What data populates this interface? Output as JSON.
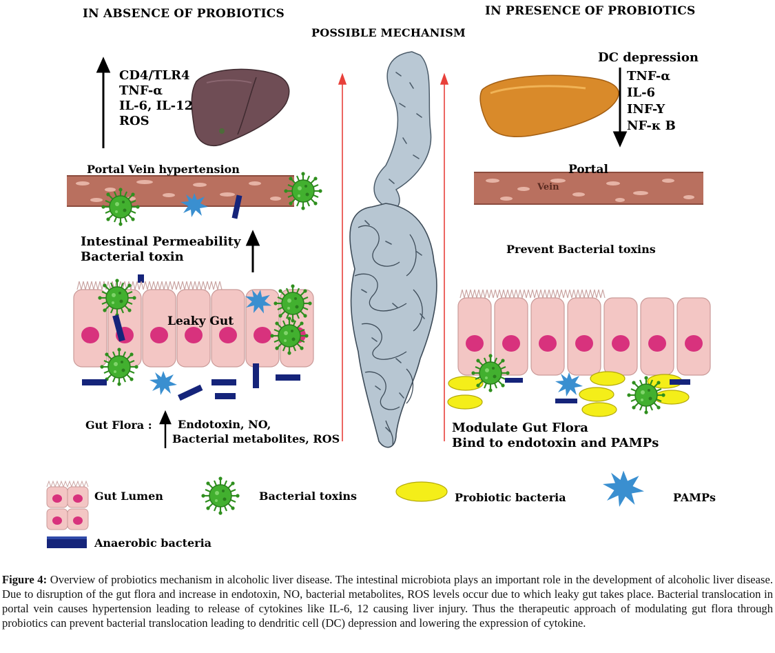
{
  "headings": {
    "absence": "IN ABSENCE OF PROBIOTICS",
    "presence": "IN PRESENCE OF PROBIOTICS",
    "mechanism": "POSSIBLE MECHANISM"
  },
  "left": {
    "cytokines": [
      "CD4/TLR4",
      "TNF-α",
      "IL-6, IL-12",
      "ROS"
    ],
    "portal_label": "Portal Vein hypertension",
    "permeability": [
      "Intestinal Permeability",
      "Bacterial toxin"
    ],
    "leaky_gut": "Leaky Gut",
    "gut_flora_label": "Gut Flora :",
    "gut_flora_items": [
      "Endotoxin, NO,",
      "Bacterial metabolites, ROS"
    ]
  },
  "right": {
    "dc": "DC depression",
    "cytokines": [
      "TNF-α",
      "IL-6",
      "INF-Y",
      "NF-κ B"
    ],
    "portal_label": "Portal",
    "vein_label": "Vein",
    "prevent": "Prevent Bacterial toxins",
    "modulate": [
      "Modulate Gut Flora",
      "Bind to endotoxin and PAMPs"
    ]
  },
  "legend": {
    "gut_lumen": "Gut Lumen",
    "bacterial_toxins": "Bacterial toxins",
    "probiotic": "Probiotic bacteria",
    "pamps": "PAMPs",
    "anaerobic": "Anaerobic bacteria"
  },
  "caption": {
    "label": "Figure 4:",
    "text": "Overview of probiotics mechanism in alcoholic liver disease. The intestinal microbiota plays an important role in the development of alcoholic liver disease. Due to disruption of the gut flora and increase in endotoxin, NO, bacterial metabolites, ROS levels occur due to which leaky gut takes place. Bacterial translocation in portal vein causes hypertension leading to release of cytokines like IL-6, 12 causing liver injury. Thus the therapeutic approach of modulating gut flora through probiotics can prevent bacterial translocation leading to dendritic cell (DC) depression and lowering the expression of cytokine."
  },
  "colors": {
    "arrow_red": "#e8403a",
    "toxin_green": "#3aa22a",
    "pamp_blue": "#3a8fd0",
    "anaerobic_navy": "#15247a",
    "probiotic_yellow": "#f4ee19",
    "cell_pink": "#f3c6c4",
    "nucleus": "#d8327d",
    "liver_dark": "#6f4d55",
    "liver_healthy": "#d98a2a",
    "vein": "#b9705f",
    "gut_gray": "#b7c6d2"
  }
}
